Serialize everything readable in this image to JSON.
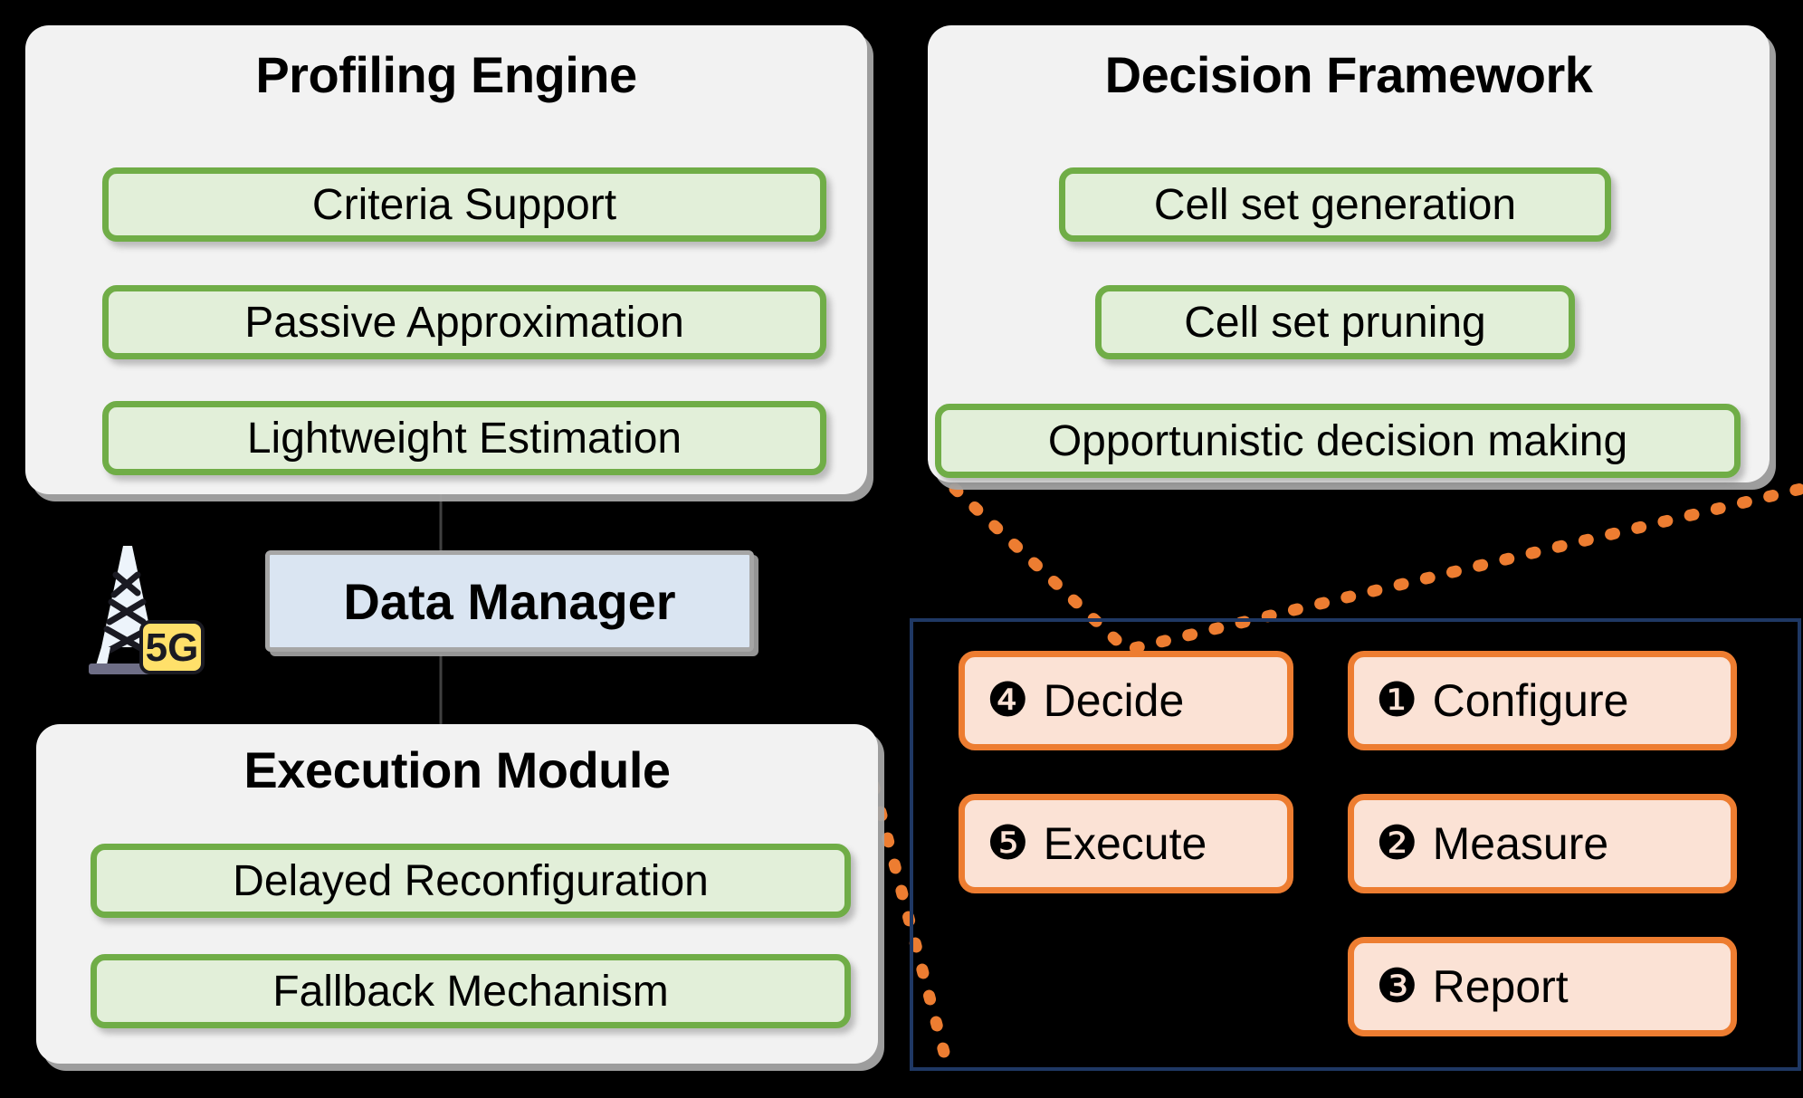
{
  "colors": {
    "background": "#000000",
    "card_fill": "#F2F2F2",
    "card_shadow": "#A5A5A5",
    "green_fill": "#E2EFD9",
    "green_border": "#70AD47",
    "blue_fill": "#DAE5F2",
    "blue_border": "#A6A6A6",
    "orange_fill": "#FBE2D5",
    "orange_border": "#ED7D31",
    "panel_border": "#1F3864",
    "connector": "#ED7D31",
    "tower_badge": "#FFE06A"
  },
  "modules": [
    {
      "id": "profiling-engine",
      "title": "Profiling Engine",
      "items": [
        "Criteria Support",
        "Passive Approximation",
        "Lightweight Estimation"
      ]
    },
    {
      "id": "decision-framework",
      "title": "Decision Framework",
      "items": [
        "Cell set generation",
        "Cell set pruning",
        "Opportunistic decision making"
      ]
    },
    {
      "id": "execution-module",
      "title": "Execution Module",
      "items": [
        "Delayed Reconfiguration",
        "Fallback Mechanism"
      ]
    }
  ],
  "data_manager": {
    "label": "Data Manager"
  },
  "tower": {
    "badge_label": "5G"
  },
  "procedure": {
    "steps": [
      {
        "number": "❶",
        "label": "Configure"
      },
      {
        "number": "❷",
        "label": "Measure"
      },
      {
        "number": "❸",
        "label": "Report"
      },
      {
        "number": "❹",
        "label": "Decide"
      },
      {
        "number": "❺",
        "label": "Execute"
      }
    ]
  }
}
